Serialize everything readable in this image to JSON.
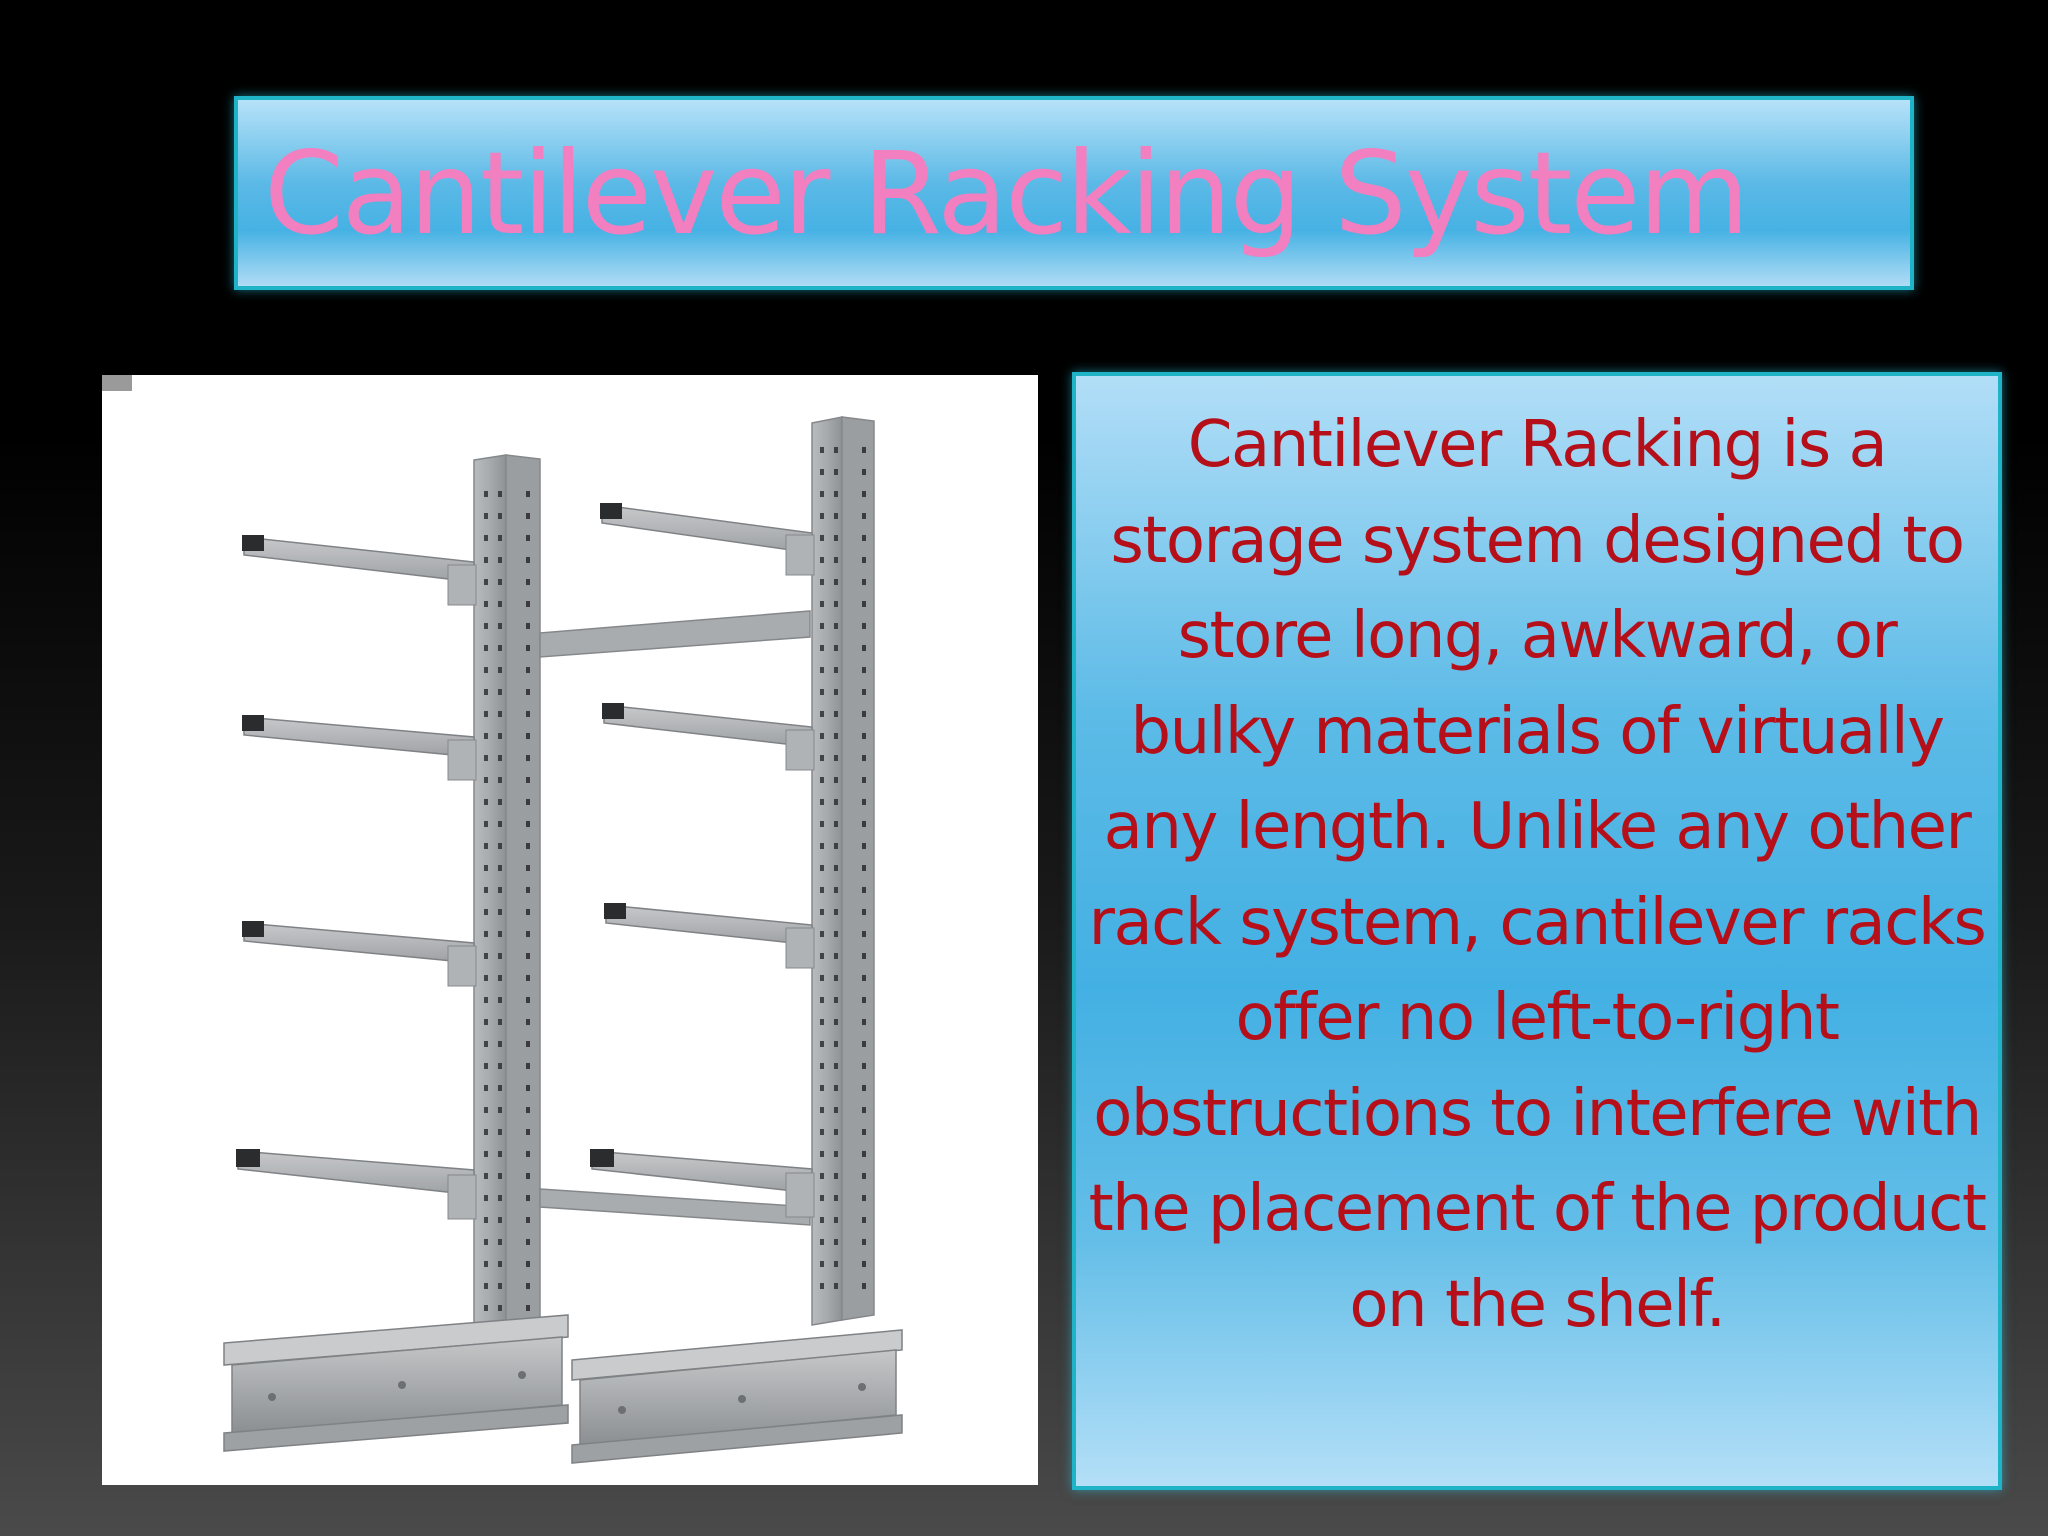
{
  "slide": {
    "title": "Cantilever Racking System",
    "body": "Cantilever Racking is a storage system designed to store long, awkward, or bulky materials of virtually any length. Unlike any other rack system, cantilever racks offer no left-to-right obstructions to interfere with the placement of the product on the shelf."
  },
  "colors": {
    "title_text": "#f27fbf",
    "body_text": "#b5101a",
    "box_fill": "#46b2e4",
    "box_border": "#1fb3c8"
  },
  "image": {
    "subject": "cantilever-rack-illustration"
  }
}
